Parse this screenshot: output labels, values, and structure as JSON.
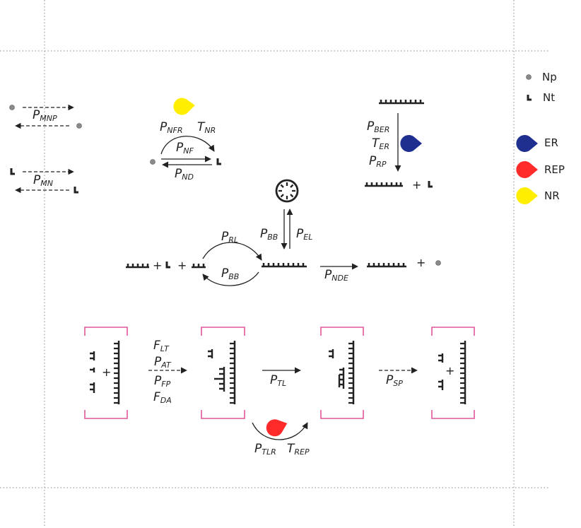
{
  "legend": [
    {
      "key": "np",
      "label": "Np",
      "icon": "nucleotide-pair-dot"
    },
    {
      "key": "nt",
      "label": "Nt",
      "icon": "nucleotide-tick"
    },
    {
      "key": "er",
      "label": "ER",
      "color": "#1f2f8f",
      "icon": "enzyme-pacman"
    },
    {
      "key": "rep",
      "label": "REP",
      "color": "#ff2a2a",
      "icon": "enzyme-pacman"
    },
    {
      "key": "nr",
      "label": "NR",
      "color": "#ffee00",
      "icon": "enzyme-pacman"
    }
  ],
  "labels": {
    "mnp": {
      "main": "P",
      "sub": "MNP"
    },
    "mn": {
      "main": "P",
      "sub": "MN"
    },
    "nfr": {
      "main": "P",
      "sub": "NFR"
    },
    "tnr": {
      "main": "T",
      "sub": "NR"
    },
    "nf": {
      "main": "P",
      "sub": "NF"
    },
    "nd": {
      "main": "P",
      "sub": "ND"
    },
    "ber": {
      "main": "P",
      "sub": "BER"
    },
    "ter": {
      "main": "T",
      "sub": "ER"
    },
    "rp": {
      "main": "P",
      "sub": "RP"
    },
    "rl": {
      "main": "P",
      "sub": "RL"
    },
    "bb_loop": {
      "main": "P",
      "sub": "BB"
    },
    "bb_vert": {
      "main": "P",
      "sub": "BB"
    },
    "el": {
      "main": "P",
      "sub": "EL"
    },
    "nde": {
      "main": "P",
      "sub": "NDE"
    },
    "flt": {
      "main": "F",
      "sub": "LT"
    },
    "pat": {
      "main": "P",
      "sub": "AT"
    },
    "pfp": {
      "main": "P",
      "sub": "FP"
    },
    "fda": {
      "main": "F",
      "sub": "DA"
    },
    "ptl": {
      "main": "P",
      "sub": "TL"
    },
    "psp": {
      "main": "P",
      "sub": "SP"
    },
    "ptlr": {
      "main": "P",
      "sub": "TLR"
    },
    "trep": {
      "main": "T",
      "sub": "REP"
    }
  },
  "plus_sign": "+",
  "colors": {
    "er": "#1f2f8f",
    "rep": "#ff2a2a",
    "nr": "#ffee00",
    "bracket": "#e0569a",
    "ink": "#222222",
    "np_dot": "#8a8a8a",
    "grid": "#8a8a8a"
  }
}
